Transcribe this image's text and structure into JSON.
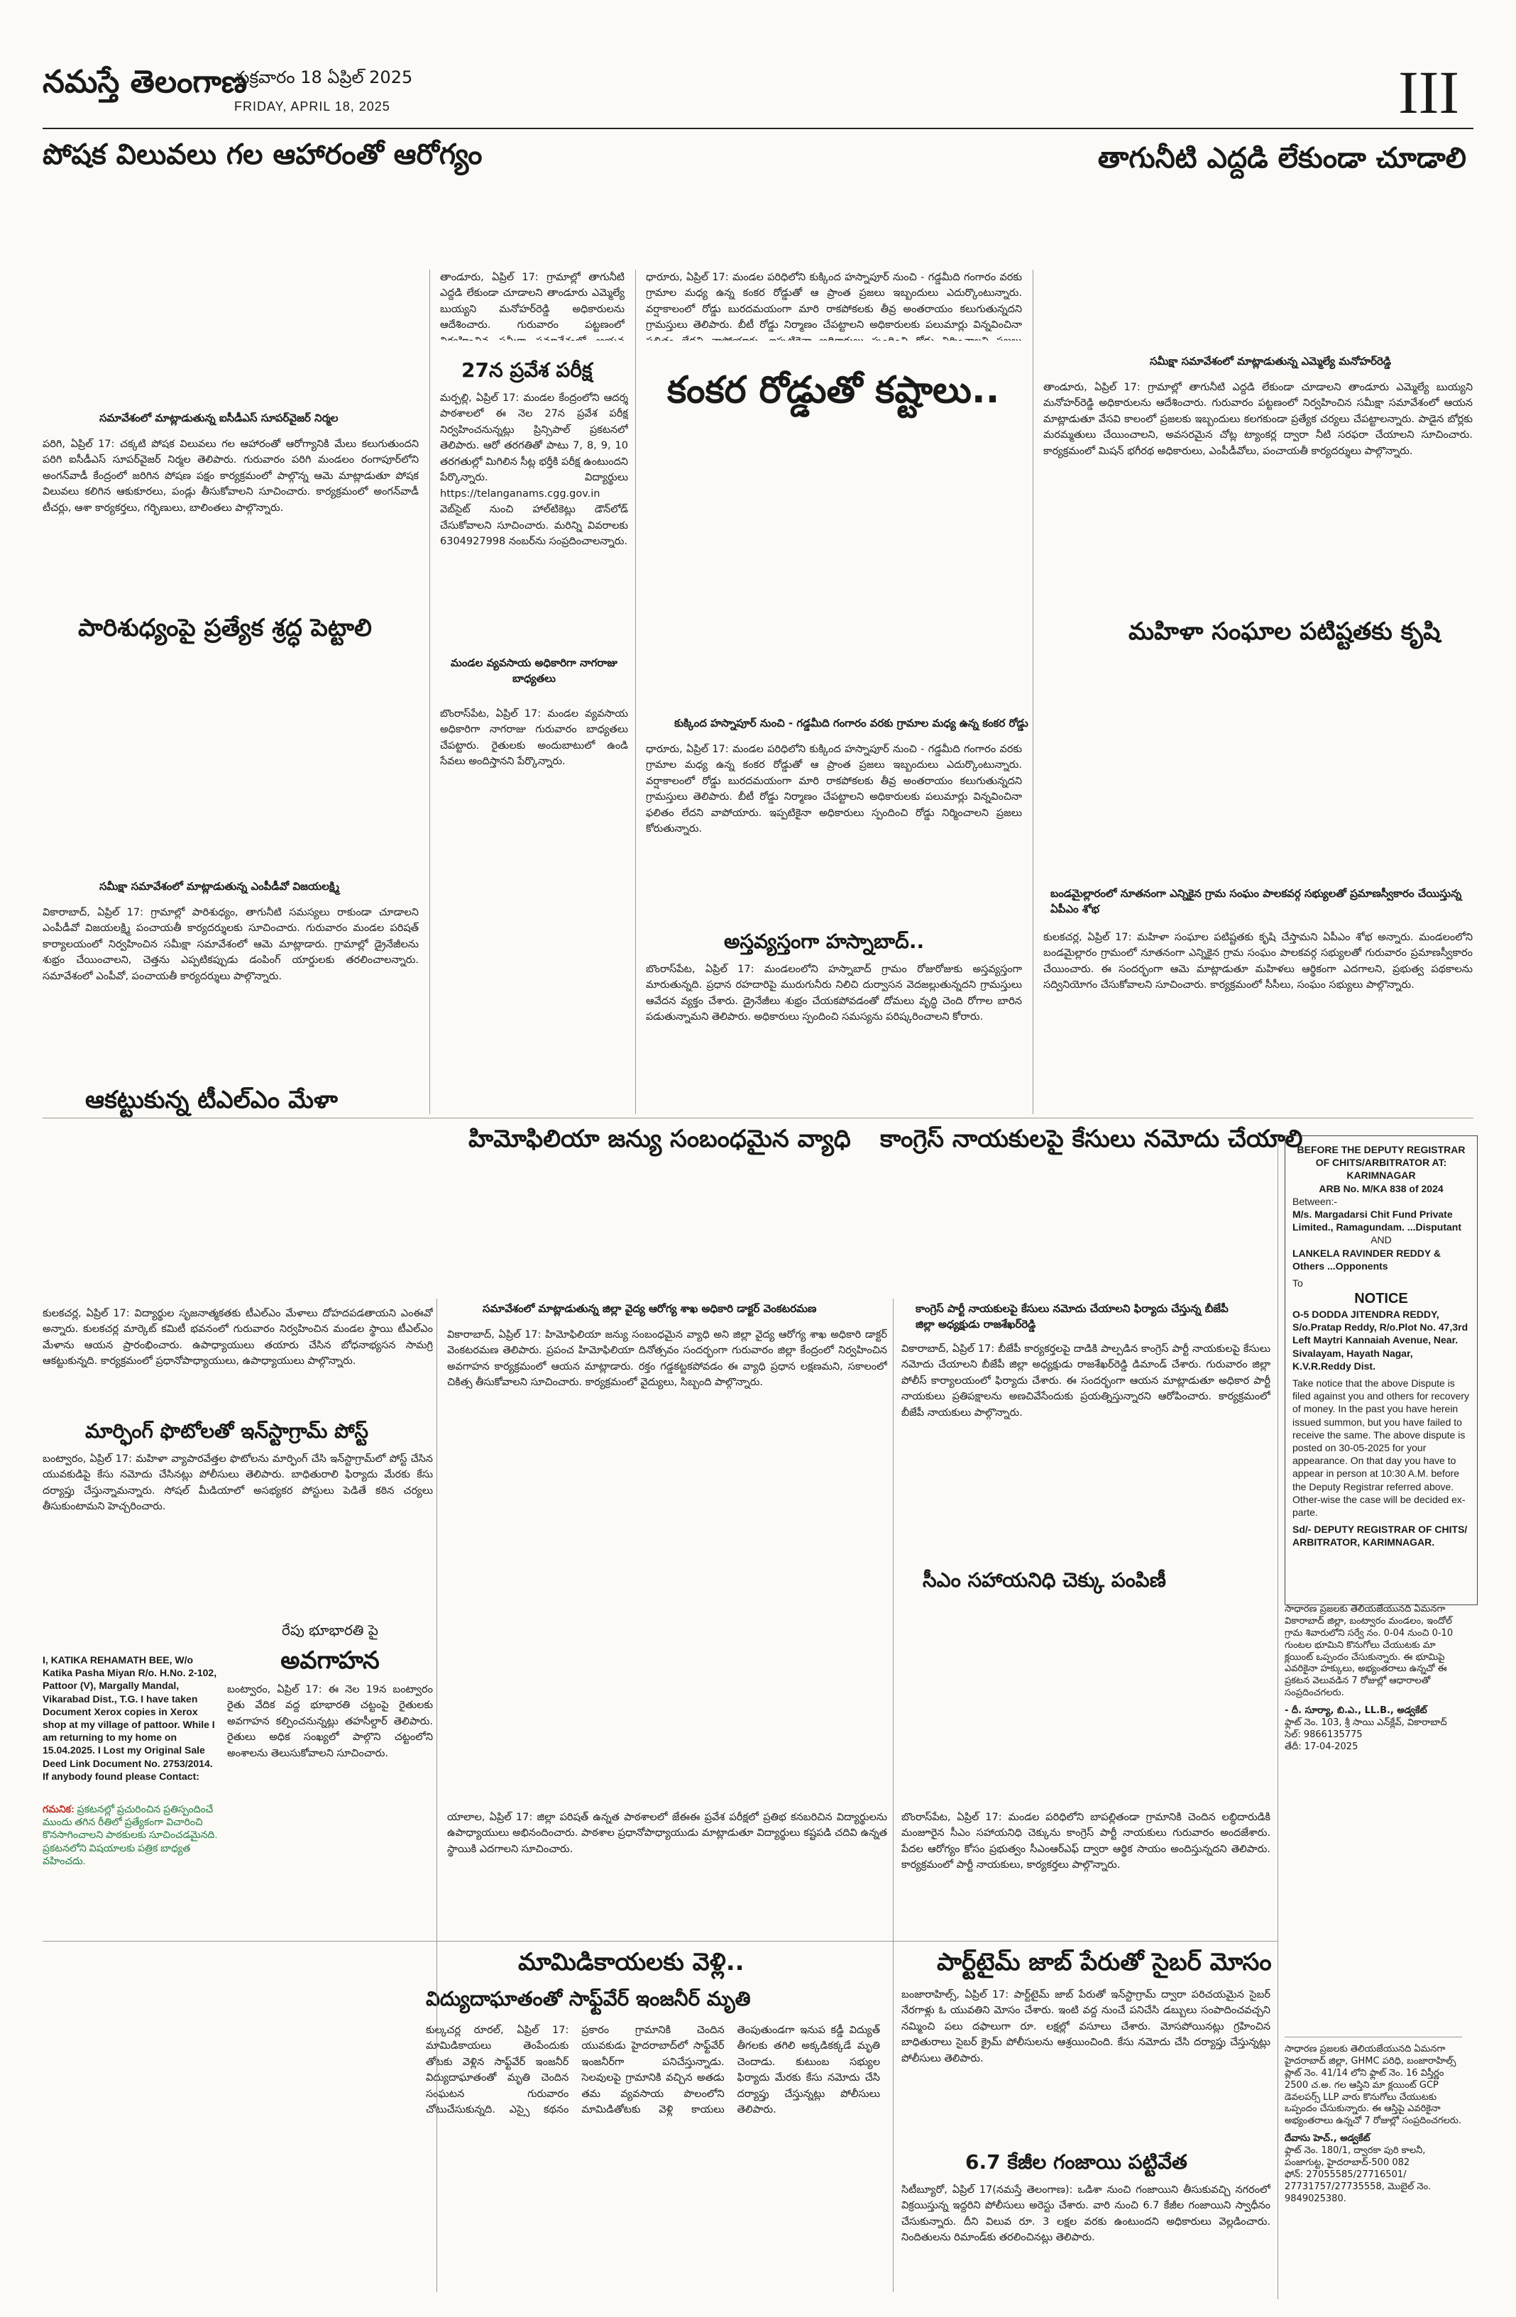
{
  "masthead": {
    "title": "నమస్తే తెలంగాణ",
    "date_te": "శుక్రవారం 18 ఏప్రిల్ 2025",
    "date_en": "FRIDAY, APRIL 18, 2025",
    "page_number": "III"
  },
  "headlines": {
    "nutrition": "పోషక విలువలు గల ఆహారంతో ఆరోగ్యం",
    "water": "తాగునీటి ఎద్దడి లేకుండా చూడాలి",
    "kankara": "కంకర రోడ్డుతో కష్టాలు..",
    "entrance": "27న ప్రవేశ పరీక్ష",
    "sanitation": "పారిశుధ్యంపై ప్రత్యేక శ్రద్ధ పెట్టాలి",
    "women_groups": "మహిళా సంఘాల పటిష్టతకు కృషి",
    "tlm": "ఆకట్టుకున్న టీఎల్ఎం మేళా",
    "hospital": "అస్తవ్యస్తంగా హస్నాబాద్..",
    "hemophilia": "హిమోఫిలియా జన్యు సంబంధమైన వ్యాధి",
    "congress": "కాంగ్రెస్ నాయకులపై కేసులు నమోదు చేయాలి",
    "marphing": "మార్ఫింగ్ ఫొటోలతో ఇన్‌స్టాగ్రామ్ పోస్ట్",
    "cmrf": "సీఎం సహాయనిధి చెక్కు పంపిణీ",
    "bhubharati_pre": "రేపు భూభారతి పై",
    "bhubharati": "అవగాహన",
    "mango": "మామిడికాయలకు వెళ్లి..",
    "electrocution": "విద్యుదాఘాతంతో సాఫ్ట్‌వేర్ ఇంజనీర్ మృతి",
    "cyber": "పార్ట్‌టైమ్ జాబ్ పేరుతో సైబర్ మోసం",
    "ganja": "6.7 కేజీల గంజాయి పట్టివేత"
  },
  "kickers": {
    "nutrition": "సమావేశంలో మాట్లాడుతున్న ఐసీడీఎస్ సూపర్‌వైజర్ నిర్మల",
    "water": "సమీక్షా సమావేశంలో మాట్లాడుతున్న ఎమ్మెల్యే మనోహర్‌రెడ్డి",
    "kankara": "కుక్కింద హస్నాపూర్ నుంచి - గడ్డమీది గంగారం వరకు గ్రామాల మధ్య ఉన్న కంకర రోడ్డు",
    "sanitation": "సమీక్షా సమావేశంలో మాట్లాడుతున్న ఎంపీడీవో విజయలక్ష్మి",
    "tlm_photo": "మండల వ్యవసాయ అధికారిగా నాగరాజు బాధ్యతలు",
    "women": "బండమైల్లారంలో నూతనంగా ఎన్నికైన గ్రామ సంఘం పాలకవర్గ సభ్యులతో ప్రమాణస్వీకారం చేయిస్తున్న ఏపీఎం శోభ",
    "hemophilia": "సమావేశంలో మాట్లాడుతున్న జిల్లా వైద్య ఆరోగ్య శాఖ అధికారి డాక్టర్ వెంకటరమణ",
    "congress": "కాంగ్రెస్ పార్టీ నాయకులపై కేసులు నమోదు చేయాలని ఫిర్యాదు చేస్తున్న బీజేపీ జిల్లా అధ్యక్షుడు రాజశేఖర్‌రెడ్డి"
  },
  "articles": {
    "nutrition_body": "పరిగి, ఏప్రిల్ 17: చక్కటి పోషక విలువలు గల ఆహారంతో ఆరోగ్యానికి మేలు కలుగుతుందని పరిగి ఐసీడీఎస్ సూపర్‌వైజర్ నిర్మల తెలిపారు. గురువారం పరిగి మండలం రంగాపూర్‌లోని అంగన్‌వాడీ కేంద్రంలో జరిగిన పోషణ పక్షం కార్యక్రమంలో పాల్గొన్న ఆమె మాట్లాడుతూ పోషక విలువలు కలిగిన ఆకుకూరలు, పండ్లు తీసుకోవాలని సూచించారు. కార్యక్రమంలో అంగన్‌వాడీ టీచర్లు, ఆశా కార్యకర్తలు, గర్భిణులు, బాలింతలు పాల్గొన్నారు.",
    "kankara_body": "ధారూరు, ఏప్రిల్ 17: మండల పరిధిలోని కుక్కింద హస్నాపూర్ నుంచి - గడ్డమీది గంగారం వరకు గ్రామాల మధ్య ఉన్న కంకర రోడ్డుతో ఆ ప్రాంత ప్రజలు ఇబ్బందులు ఎదుర్కొంటున్నారు. వర్షాకాలంలో రోడ్డు బురదమయంగా మారి రాకపోకలకు తీవ్ర అంతరాయం కలుగుతున్నదని గ్రామస్తులు తెలిపారు. బీటీ రోడ్డు నిర్మాణం చేపట్టాలని అధికారులకు పలుమార్లు విన్నవించినా ఫలితం లేదని వాపోయారు. ఇప్పటికైనా అధికారులు స్పందించి రోడ్డు నిర్మించాలని ప్రజలు కోరుతున్నారు.",
    "entrance_body": "మర్పల్లి, ఏప్రిల్ 17: మండల కేంద్రంలోని ఆదర్శ పాఠశాలలో ఈ నెల 27న ప్రవేశ పరీక్ష నిర్వహించనున్నట్లు ప్రిన్సిపాల్ ప్రకటనలో తెలిపారు. ఆరో తరగతితో పాటు 7, 8, 9, 10 తరగతుల్లో మిగిలిన సీట్ల భర్తీకి పరీక్ష ఉంటుందని పేర్కొన్నారు. విద్యార్థులు https://telanganams.cgg.gov.in వెబ్‌సైట్ నుంచి హాల్‌టికెట్లు డౌన్‌లోడ్ చేసుకోవాలని సూచించారు. మరిన్ని వివరాలకు 6304927998 నంబర్‌ను సంప్రదించాలన్నారు.",
    "tlm_body": "బొంరాస్‌పేట, ఏప్రిల్ 17: మండల వ్యవసాయ అధికారిగా నాగరాజు గురువారం బాధ్యతలు చేపట్టారు. రైతులకు అందుబాటులో ఉండి సేవలు అందిస్తానని పేర్కొన్నారు.",
    "water_body": "తాండూరు, ఏప్రిల్ 17: గ్రామాల్లో తాగునీటి ఎద్దడి లేకుండా చూడాలని తాండూరు ఎమ్మెల్యే బుయ్యని మనోహర్‌రెడ్డి అధికారులను ఆదేశించారు. గురువారం పట్టణంలో నిర్వహించిన సమీక్షా సమావేశంలో ఆయన మాట్లాడుతూ వేసవి కాలంలో ప్రజలకు ఇబ్బందులు కలగకుండా ప్రత్యేక చర్యలు చేపట్టాలన్నారు. పాడైన బోర్లకు మరమ్మతులు చేయించాలని, అవసరమైన చోట్ల ట్యాంకర్ల ద్వారా నీటి సరఫరా చేయాలని సూచించారు. కార్యక్రమంలో మిషన్ భగీరథ అధికారులు, ఎంపీడీవోలు, పంచాయతీ కార్యదర్శులు పాల్గొన్నారు.",
    "sanitation_body": "వికారాబాద్, ఏప్రిల్ 17: గ్రామాల్లో పారిశుధ్యం, తాగునీటి సమస్యలు రాకుండా చూడాలని ఎంపీడీవో విజయలక్ష్మి పంచాయతీ కార్యదర్శులకు సూచించారు. గురువారం మండల పరిషత్ కార్యాలయంలో నిర్వహించిన సమీక్షా సమావేశంలో ఆమె మాట్లాడారు. గ్రామాల్లో డ్రైనేజీలను శుభ్రం చేయించాలని, చెత్తను ఎప్పటికప్పుడు డంపింగ్ యార్డులకు తరలించాలన్నారు. సమావేశంలో ఎంపీవో, పంచాయతీ కార్యదర్శులు పాల్గొన్నారు.",
    "hospital_body": "బొంరాస్‌పేట, ఏప్రిల్ 17: మండలంలోని హస్నాబాద్ గ్రామం రోజురోజుకు అస్తవ్యస్తంగా మారుతున్నది. ప్రధాన రహదారిపై మురుగునీరు నిలిచి దుర్వాసన వెదజల్లుతున్నదని గ్రామస్తులు ఆవేదన వ్యక్తం చేశారు. డ్రైనేజీలు శుభ్రం చేయకపోవడంతో దోమలు వృద్ధి చెంది రోగాల బారిన పడుతున్నామని తెలిపారు. అధికారులు స్పందించి సమస్యను పరిష్కరించాలని కోరారు.",
    "women_body": "కులకచర్ల, ఏప్రిల్ 17: మహిళా సంఘాల పటిష్టతకు కృషి చేస్తామని ఏపీఎం శోభ అన్నారు. మండలంలోని బండమైల్లారం గ్రామంలో నూతనంగా ఎన్నికైన గ్రామ సంఘం పాలకవర్గ సభ్యులతో గురువారం ప్రమాణస్వీకారం చేయించారు. ఈ సందర్భంగా ఆమె మాట్లాడుతూ మహిళలు ఆర్థికంగా ఎదగాలని, ప్రభుత్వ పథకాలను సద్వినియోగం చేసుకోవాలని సూచించారు. కార్యక్రమంలో సీసీలు, సంఘం సభ్యులు పాల్గొన్నారు.",
    "tlm_mela_body": "కులకచర్ల, ఏప్రిల్ 17: విద్యార్థుల సృజనాత్మకతకు టీఎల్ఎం మేళాలు దోహదపడతాయని ఎంఈవో అన్నారు. కులకచర్ల మార్కెట్ కమిటీ భవనంలో గురువారం నిర్వహించిన మండల స్థాయి టీఎల్ఎం మేళాను ఆయన ప్రారంభించారు. ఉపాధ్యాయులు తయారు చేసిన బోధనాభ్యసన సామగ్రి ఆకట్టుకున్నది. కార్యక్రమంలో ప్రధానోపాధ్యాయులు, ఉపాధ్యాయులు పాల్గొన్నారు.",
    "hemophilia_body": "వికారాబాద్, ఏప్రిల్ 17: హిమోఫిలియా జన్యు సంబంధమైన వ్యాధి అని జిల్లా వైద్య ఆరోగ్య శాఖ అధికారి డాక్టర్ వెంకటరమణ తెలిపారు. ప్రపంచ హిమోఫిలియా దినోత్సవం సందర్భంగా గురువారం జిల్లా కేంద్రంలో నిర్వహించిన అవగాహన కార్యక్రమంలో ఆయన మాట్లాడారు. రక్తం గడ్డకట్టకపోవడం ఈ వ్యాధి ప్రధాన లక్షణమని, సకాలంలో చికిత్స తీసుకోవాలని సూచించారు. కార్యక్రమంలో వైద్యులు, సిబ్బంది పాల్గొన్నారు.",
    "congress_body": "వికారాబాద్, ఏప్రిల్ 17: బీజేపీ కార్యకర్తలపై దాడికి పాల్పడిన కాంగ్రెస్ పార్టీ నాయకులపై కేసులు నమోదు చేయాలని బీజేపీ జిల్లా అధ్యక్షుడు రాజశేఖర్‌రెడ్డి డిమాండ్ చేశారు. గురువారం జిల్లా పోలీస్ కార్యాలయంలో ఫిర్యాదు చేశారు. ఈ సందర్భంగా ఆయన మాట్లాడుతూ అధికార పార్టీ నాయకులు ప్రతిపక్షాలను అణచివేసేందుకు ప్రయత్నిస్తున్నారని ఆరోపించారు. కార్యక్రమంలో బీజేపీ నాయకులు పాల్గొన్నారు.",
    "marphing_body": "బంట్వారం, ఏప్రిల్ 17: మహిళా వ్యాపారవేత్తల ఫొటోలను మార్ఫింగ్ చేసి ఇన్‌స్టాగ్రామ్‌లో పోస్ట్ చేసిన యువకుడిపై కేసు నమోదు చేసినట్లు పోలీసులు తెలిపారు. బాధితురాలి ఫిర్యాదు మేరకు కేసు దర్యాప్తు చేస్తున్నామన్నారు. సోషల్ మీడియాలో అసభ్యకర పోస్టులు పెడితే కఠిన చర్యలు తీసుకుంటామని హెచ్చరించారు.",
    "cmrf_body": "బొంరాస్‌పేట, ఏప్రిల్ 17: మండల పరిధిలోని బాపల్లితండా గ్రామానికి చెందిన లబ్ధిదారుడికి మంజూరైన సీఎం సహాయనిధి చెక్కును కాంగ్రెస్ పార్టీ నాయకులు గురువారం అందజేశారు. పేదల ఆరోగ్యం కోసం ప్రభుత్వం సీఎంఆర్‌ఎఫ్ ద్వారా ఆర్థిక సాయం అందిస్తున్నదని తెలిపారు. కార్యక్రమంలో పార్టీ నాయకులు, కార్యకర్తలు పాల్గొన్నారు.",
    "bhubharati_body": "బంట్వారం, ఏప్రిల్ 17: ఈ నెల 19న బంట్వారం రైతు వేదిక వద్ద భూభారతి చట్టంపై రైతులకు అవగాహన కల్పించనున్నట్లు తహసీల్దార్ తెలిపారు. రైతులు అధిక సంఖ్యలో పాల్గొని చట్టంలోని అంశాలను తెలుసుకోవాలని సూచించారు.",
    "bhubharati_body2": "యాలాల, ఏప్రిల్ 17: జిల్లా పరిషత్ ఉన్నత పాఠశాలలో జేఈఈ ప్రవేశ పరీక్షలో ప్రతిభ కనబరిచిన విద్యార్థులను ఉపాధ్యాయులు అభినందించారు. పాఠశాల ప్రధానోపాధ్యాయుడు మాట్లాడుతూ విద్యార్థులు కష్టపడి చదివి ఉన్నత స్థాయికి ఎదగాలని సూచించారు.",
    "mango_body": "కుల్కచర్ల రూరల్, ఏప్రిల్ 17: మామిడికాయలు తెంపేందుకు తోటకు వెళ్లిన సాఫ్ట్‌వేర్ ఇంజనీర్ విద్యుదాఘాతంతో మృతి చెందిన సంఘటన గురువారం చోటుచేసుకున్నది. ఎస్సై కథనం ప్రకారం గ్రామానికి చెందిన యువకుడు హైదరాబాద్‌లో సాఫ్ట్‌వేర్ ఇంజనీర్‌గా పనిచేస్తున్నాడు. సెలవులపై గ్రామానికి వచ్చిన అతడు తమ వ్యవసాయ పొలంలోని మామిడితోటకు వెళ్లి కాయలు తెంపుతుండగా ఇనుప కడ్డీ విద్యుత్ తీగలకు తగిలి అక్కడికక్కడే మృతి చెందాడు. కుటుంబ సభ్యుల ఫిర్యాదు మేరకు కేసు నమోదు చేసి దర్యాప్తు చేస్తున్నట్లు పోలీసులు తెలిపారు.",
    "cyber_body": "బంజారాహిల్స్, ఏప్రిల్ 17: పార్ట్‌టైమ్ జాబ్ పేరుతో ఇన్‌స్టాగ్రామ్ ద్వారా పరిచయమైన సైబర్ నేరగాళ్లు ఓ యువతిని మోసం చేశారు. ఇంటి వద్ద నుంచే పనిచేసి డబ్బులు సంపాదించవచ్చని నమ్మించి పలు దఫాలుగా రూ. లక్షల్లో వసూలు చేశారు. మోసపోయినట్లు గ్రహించిన బాధితురాలు సైబర్ క్రైమ్ పోలీసులను ఆశ్రయించింది. కేసు నమోదు చేసి దర్యాప్తు చేస్తున్నట్లు పోలీసులు తెలిపారు.",
    "ganja_body": "సిటీబ్యూరో, ఏప్రిల్ 17(నమస్తే తెలంగాణ): ఒడిశా నుంచి గంజాయిని తీసుకువచ్చి నగరంలో విక్రయిస్తున్న ఇద్దరిని పోలీసులు అరెస్టు చేశారు. వారి నుంచి 6.7 కేజీల గంజాయిని స్వాధీనం చేసుకున్నారు. దీని విలువ రూ. 3 లక్షల వరకు ఉంటుందని అధికారులు వెల్లడించారు. నిందితులను రిమాండ్‌కు తరలించినట్లు తెలిపారు."
  },
  "legal_notice": {
    "court": "BEFORE THE DEPUTY REGISTRAR OF CHITS/ARBITRATOR AT: KARIMNAGAR",
    "case_no": "ARB No. M/KA 838 of 2024",
    "between": "Between:-",
    "petitioner": "M/s. Margadarsi Chit Fund Private Limited., Ramagundam. ...Disputant",
    "and": "AND",
    "respondent": "LANKELA RAVINDER REDDY & Others ...Opponents",
    "to": "To",
    "notice_title": "NOTICE",
    "addressee": "O-5 DODDA JITENDRA REDDY, S/o.Pratap Reddy, R/o.Plot No. 47,3rd Left Maytri Kannaiah Avenue, Near. Sivalayam, Hayath Nagar, K.V.R.Reddy Dist.",
    "body": "Take notice that the above Dispute is filed against you and others for recovery of money. In the past you have herein issued summon, but you have failed to receive the same. The above dispute is posted on 30-05-2025 for your appearance. On that day you have to appear in person at 10:30 A.M. before the Deputy Registrar referred above. Other-wise the case will be decided ex-parte.",
    "signature": "Sd/- DEPUTY REGISTRAR OF CHITS/ ARBITRATOR, KARIMNAGAR."
  },
  "lost_notice": {
    "text": "I, KATIKA REHAMATH BEE, W/o Katika Pasha Miyan R/o. H.No. 2-102, Pattoor (V), Margally Mandal, Vikarabad Dist., T.G. I have taken Document Xerox copies in Xerox shop at my village of pattoor. While I am returning to my home on 15.04.2025. I Lost my Original Sale Deed Link Document No. 2753/2014. If anybody found please Contact:"
  },
  "classified_red": {
    "label": "గమనిక:",
    "text": "ప్రకటనల్లో ప్రచురించిన ప్రతిస్పందించే ముందు తగిన రీతిలో ప్రత్యేకంగా విచారించి కొనసాగించాలని పాఠకులకు సూచించడమైనది. ప్రకటనలోని విషయాలకు పత్రిక బాధ్యత వహించదు."
  },
  "right_notice": {
    "body": "సాధారణ ప్రజలకు తెలియజేయునది ఏమనగా వికారాబాద్ జిల్లా, బంట్వారం మండలం, ఇందోల్ గ్రామ శివారులోని సర్వే నం. 0-04 నుంచి 0-10 గుంటల భూమిని కొనుగోలు చేయుటకు మా క్లయింట్ ఒప్పందం చేసుకున్నారు. ఈ భూమిపై ఎవరికైనా హక్కులు, అభ్యంతరాలు ఉన్నచో ఈ ప్రకటన వెలువడిన 7 రోజుల్లో ఆధారాలతో సంప్రదించగలరు.",
    "advocate": "- దీ. సూర్యా, బి.ఎ., LL.B., అడ్వకేట్",
    "address": "ఫ్లాట్ నెం. 103, శ్రీ సాయి ఎన్‌క్లేవ్, వికారాబాద్",
    "phone": "సెల్: 9866135775",
    "date": "తేదీ: 17-04-2025"
  },
  "right_notice2": {
    "body": "సాధారణ ప్రజలకు తెలియజేయునది ఏమనగా హైదరాబాద్ జిల్లా, GHMC పరిధి, బంజారాహిల్స్ ప్లాట్ నెం. 41/14 లోని ఫ్లాట్ నెం. 16 విస్తీర్ణం 2500 చ.అ. గల ఆస్తిని మా క్లయింట్ GCP డెవలపర్స్ LLP వారు కొనుగోలు చేయుటకు ఒప్పందం చేసుకున్నారు. ఈ ఆస్తిపై ఎవరికైనా అభ్యంతరాలు ఉన్నచో 7 రోజుల్లో సంప్రదించగలరు.",
    "advocate": "దేవాసు హెచ్., అడ్వకేట్",
    "address": "ఫ్లాట్ నెం. 180/1, ద్వారకా పురి కాలనీ, పంజాగుట్ట, హైదరాబాద్-500 082",
    "phone": "ఫోన్: 27055585/27716501/ 27731757/27735558, మొబైల్ నెం. 9849025380."
  }
}
